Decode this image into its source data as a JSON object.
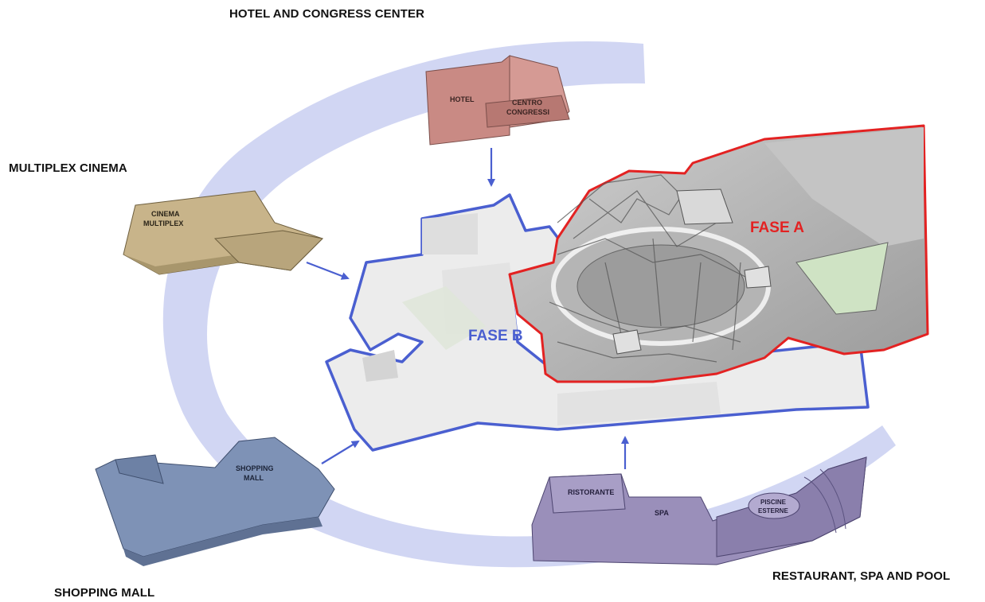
{
  "captions": {
    "hotel_congress": "HOTEL AND CONGRESS CENTER",
    "multiplex_cinema": "MULTIPLEX CINEMA",
    "shopping_mall": "SHOPPING MALL",
    "restaurant_spa_pool": "RESTAURANT, SPA AND POOL"
  },
  "blocks": {
    "hotel": {
      "label": "HOTEL",
      "label2": "CENTRO",
      "label3": "CONGRESSI"
    },
    "cinema": {
      "label": "CINEMA",
      "label2": "MULTIPLEX"
    },
    "shopping": {
      "label": "SHOPPING",
      "label2": "MALL"
    },
    "spa": {
      "label": "RISTORANTE",
      "label2": "SPA",
      "label3": "PISCINE",
      "label4": "ESTERNE"
    }
  },
  "phases": {
    "a": {
      "label": "FASE A",
      "color": "#e32222"
    },
    "b": {
      "label": "FASE B",
      "color": "#4a5fd0"
    }
  },
  "colors": {
    "ring": "#cdd3f2",
    "hotel": "#c98a84",
    "cinema": "#c8b48a",
    "shopping": "#7e92b6",
    "spa": "#9a8fba",
    "arrow": "#4a5fd0"
  }
}
